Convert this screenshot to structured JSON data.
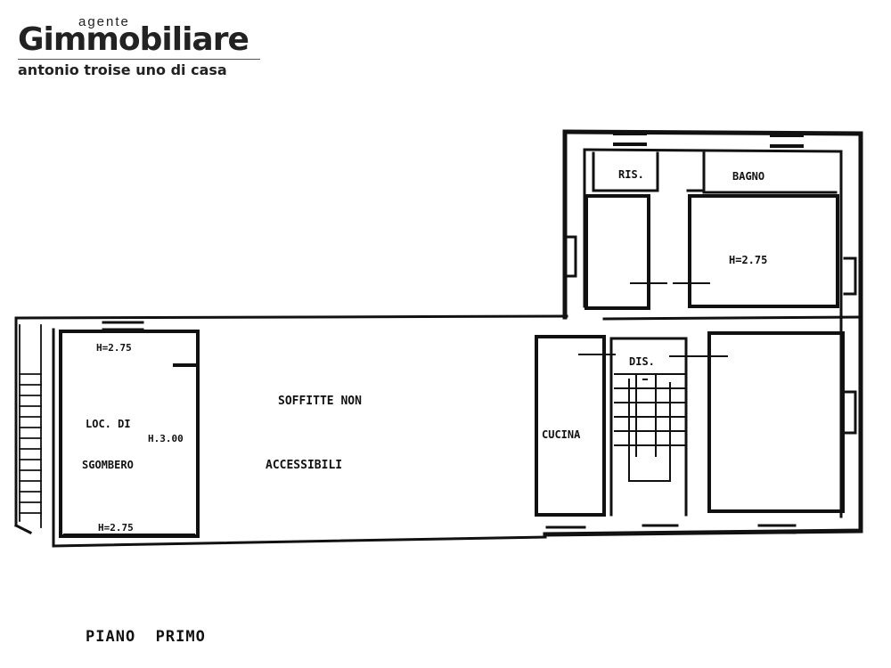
{
  "logo": {
    "agente": "agente",
    "brand": "Gimmobiliare",
    "tagline": "antonio troise uno di casa"
  },
  "rooms": {
    "ris": "RIS.",
    "bagno": "BAGNO",
    "h_right": "H=2.75",
    "dis": "DIS.",
    "cucina": "CUCINA",
    "soffitte_line1": "SOFFITTE NON",
    "soffitte_line2": "ACCESSIBILI",
    "h_top_left": "H=2.75",
    "loc_line1": "LOC. DI",
    "loc_line2": "SGOMBERO",
    "h_mid_left": "H.3.00",
    "h_bottom_left": "H=2.75"
  },
  "floor_title": "PIANO  PRIMO"
}
